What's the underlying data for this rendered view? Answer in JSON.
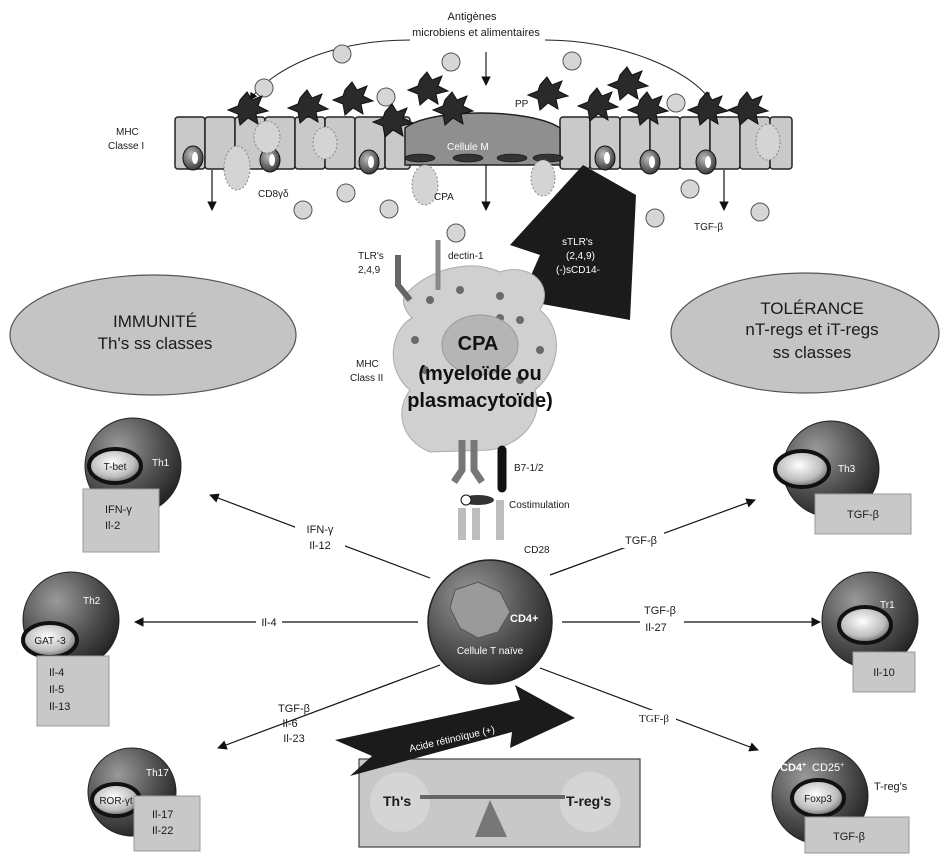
{
  "top": {
    "antigens_line1": "Antigènes",
    "antigens_line2": "microbiens et alimentaires",
    "pp": "PP",
    "cellule_m": "Cellule M",
    "mhc_class1_line1": "MHC",
    "mhc_class1_line2": "Classe I",
    "cd8": "CD8γδ",
    "cpa_small": "CPA",
    "tgf_top": "TGF-β"
  },
  "receptors": {
    "tlr_line1": "TLR's",
    "tlr_line2": "2,4,9",
    "dectin": "dectin-1",
    "stlr_line1": "sTLR's",
    "stlr_line2": "(2,4,9)",
    "stlr_line3": "(-)sCD14-",
    "mhc_class2_line1": "MHC",
    "mhc_class2_line2": "Class II",
    "b7": "B7-1/2",
    "costimulation": "Costimulation",
    "cd28": "CD28"
  },
  "cpa": {
    "line1": "CPA",
    "line2": "(myeloïde ou",
    "line3": "plasmacytoïde)"
  },
  "immunity": {
    "line1": "IMMUNITÉ",
    "line2": "Th's ss classes"
  },
  "tolerance": {
    "line1": "TOLÉRANCE",
    "line2": "nT-regs et  iT-regs",
    "line3": "ss classes"
  },
  "naive": {
    "cd4": "CD4+",
    "label": "Cellule T naïve"
  },
  "th1": {
    "name": "Th1",
    "tf": "T-bet",
    "cytokines": [
      "IFN-γ",
      "Il-2"
    ],
    "arrow_label1": "IFN-γ",
    "arrow_label2": "Il-12"
  },
  "th2": {
    "name": "Th2",
    "tf": "GAT -3",
    "cytokines": [
      "Il-4",
      "Il-5",
      "Il-13"
    ],
    "arrow_label1": "Il-4"
  },
  "th17": {
    "name": "Th17",
    "tf": "ROR-γt",
    "cytokines": [
      "Il-17",
      "Il-22"
    ],
    "arrow_label1": "TGF-β",
    "arrow_label2": "Il-6",
    "arrow_label3": "Il-23"
  },
  "th3": {
    "name": "Th3",
    "cytokines": [
      "TGF-β"
    ],
    "arrow_label1": "TGF-β"
  },
  "tr1": {
    "name": "Tr1",
    "cytokines": [
      "Il-10"
    ],
    "arrow_label1": "TGF-β",
    "arrow_label2": "Il-27"
  },
  "treg": {
    "marker1": "CD4",
    "marker1_sup": "+",
    "marker2": "CD25",
    "marker2_sup": "+",
    "name": "T-reg's",
    "tf": "Foxp3",
    "cytokines": [
      "TGF-β"
    ],
    "arrow_label1": "TGF-β"
  },
  "balance": {
    "retinoic": "Acide rétinoïque  (+)",
    "left": "Th's",
    "right": "T-reg's"
  },
  "colors": {
    "ellipse_fill": "#c4c4c4",
    "cell_dark": "#4a4a4a",
    "box_fill": "#c8c8c8",
    "black": "#1b1b1b"
  }
}
